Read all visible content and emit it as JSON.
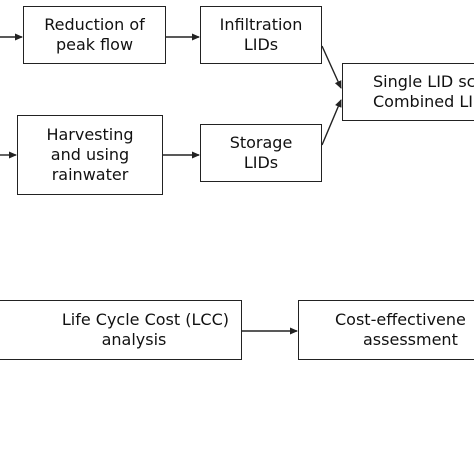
{
  "nodes": {
    "reduction_peak_flow": {
      "lines": [
        "Reduction of",
        "peak flow"
      ]
    },
    "infiltration_lids": {
      "lines": [
        "Infiltration",
        "LIDs"
      ]
    },
    "harvesting_rainwater": {
      "lines": [
        "Harvesting",
        "and using",
        "rainwater"
      ]
    },
    "storage_lids": {
      "lines": [
        "Storage",
        "LIDs"
      ]
    },
    "single_combined_lid": {
      "lines": [
        "Single LID sc",
        "Combined LID"
      ]
    },
    "life_cycle_cost": {
      "lines": [
        "Life Cycle Cost (LCC)",
        "analysis"
      ]
    },
    "cost_effectiveness": {
      "lines": [
        "Cost-effectivene",
        "assessment"
      ]
    }
  },
  "colors": {
    "line": "#222222",
    "text": "#111111",
    "background": "#ffffff"
  }
}
